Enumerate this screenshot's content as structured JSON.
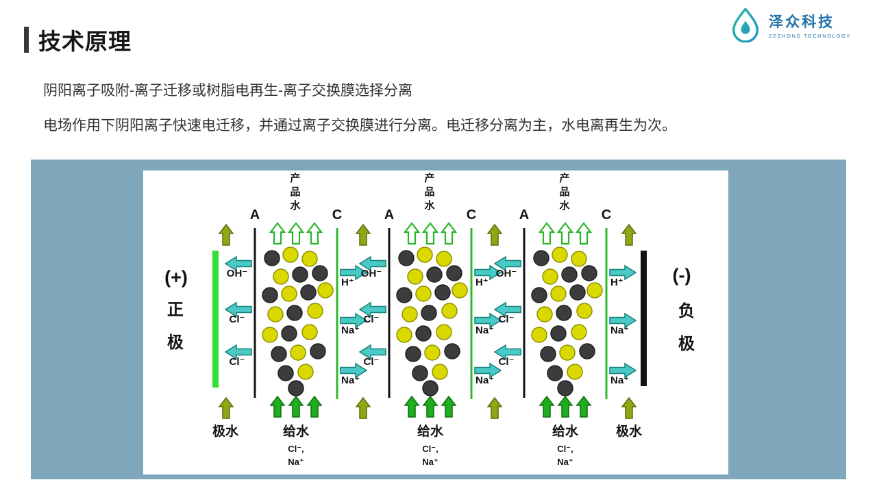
{
  "header": {
    "title": "技术原理",
    "logo": {
      "name": "泽众科技",
      "subtitle": "ZEZHONG TECHNOLOGY"
    }
  },
  "body": {
    "line1": "阴阳离子吸附-离子迁移或树脂电再生-离子交换膜选择分离",
    "line2": "电场作用下阴阳离子快速电迁移，并通过离子交换膜进行分离。电迁移分离为主，水电离再生为次。"
  },
  "diagram": {
    "left_electrode": {
      "sign": "(+)",
      "label": "正极"
    },
    "right_electrode": {
      "sign": "(-)",
      "label": "负极"
    },
    "electrode_water": "极水",
    "cells": [
      {
        "anion_membrane": "A",
        "cation_membrane": "C",
        "product_water": "产品水",
        "left_ions": [
          "OH⁻",
          "Cl⁻",
          "Cl⁻"
        ],
        "right_ions": [
          "H⁺",
          "Na⁺",
          "Na⁺"
        ],
        "feed_label": "给水",
        "feed_ions": [
          "Cl⁻,",
          "Na⁺"
        ]
      },
      {
        "anion_membrane": "A",
        "cation_membrane": "C",
        "product_water": "产品水",
        "left_ions": [
          "OH⁻",
          "Cl⁻",
          "Cl⁻"
        ],
        "right_ions": [
          "H⁺",
          "Na⁺",
          "Na⁺"
        ],
        "feed_label": "给水",
        "feed_ions": [
          "Cl⁻,",
          "Na⁺"
        ]
      },
      {
        "anion_membrane": "A",
        "cation_membrane": "C",
        "product_water": "产品水",
        "left_ions": [
          "OH⁻",
          "Cl⁻",
          "Cl⁻"
        ],
        "right_ions": [
          "H⁺",
          "Na⁺",
          "Na⁺"
        ],
        "feed_label": "给水",
        "feed_ions": [
          "Cl⁻,",
          "Na⁺"
        ]
      }
    ],
    "colors": {
      "panel_background": "#7ea7bc",
      "anode_bar": "#35e035",
      "cathode_bar": "#131313",
      "anion_membrane_line": "#131313",
      "cation_membrane_line": "#2db82d",
      "product_water_arrow_outline": "#28b428",
      "feed_water_arrow": "#1fae1f",
      "electrode_water_arrow": "#93a511",
      "ion_migration_arrow": "#49cac4",
      "cation_ion_fill": "#d9d900",
      "anion_ion_fill": "#3c3c3c",
      "brand_blue": "#2272aa",
      "logo_teal": "#1fa8b8"
    }
  }
}
